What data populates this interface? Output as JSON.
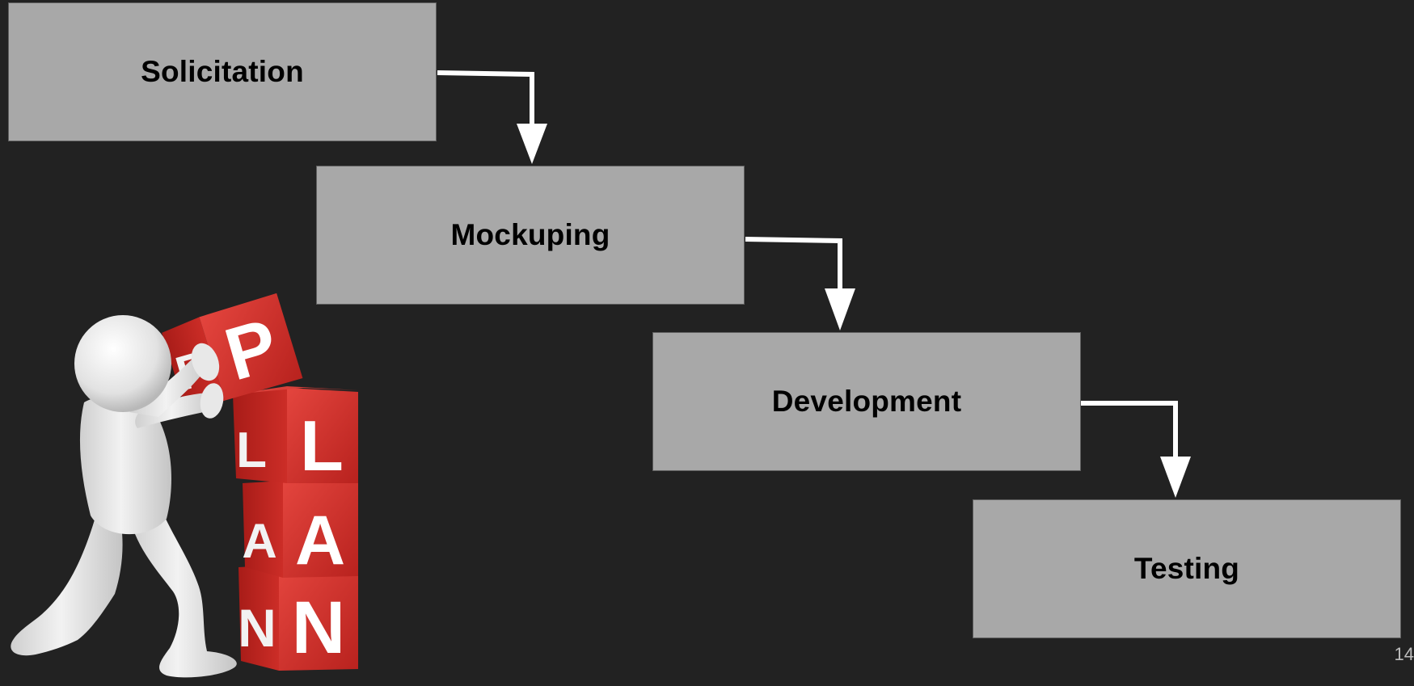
{
  "slide": {
    "background_color": "#222222",
    "page_number": "14"
  },
  "stages": [
    {
      "label": "Solicitation"
    },
    {
      "label": "Mockuping"
    },
    {
      "label": "Development"
    },
    {
      "label": "Testing"
    }
  ],
  "colors": {
    "box_fill": "#a8a8a8",
    "arrow": "#ffffff",
    "cube_red": "#d6302b",
    "figure": "#e6e6e6"
  },
  "illustration": {
    "icon": "plan-blocks-figure-icon",
    "cube_letters": [
      "P",
      "L",
      "A",
      "N"
    ]
  }
}
